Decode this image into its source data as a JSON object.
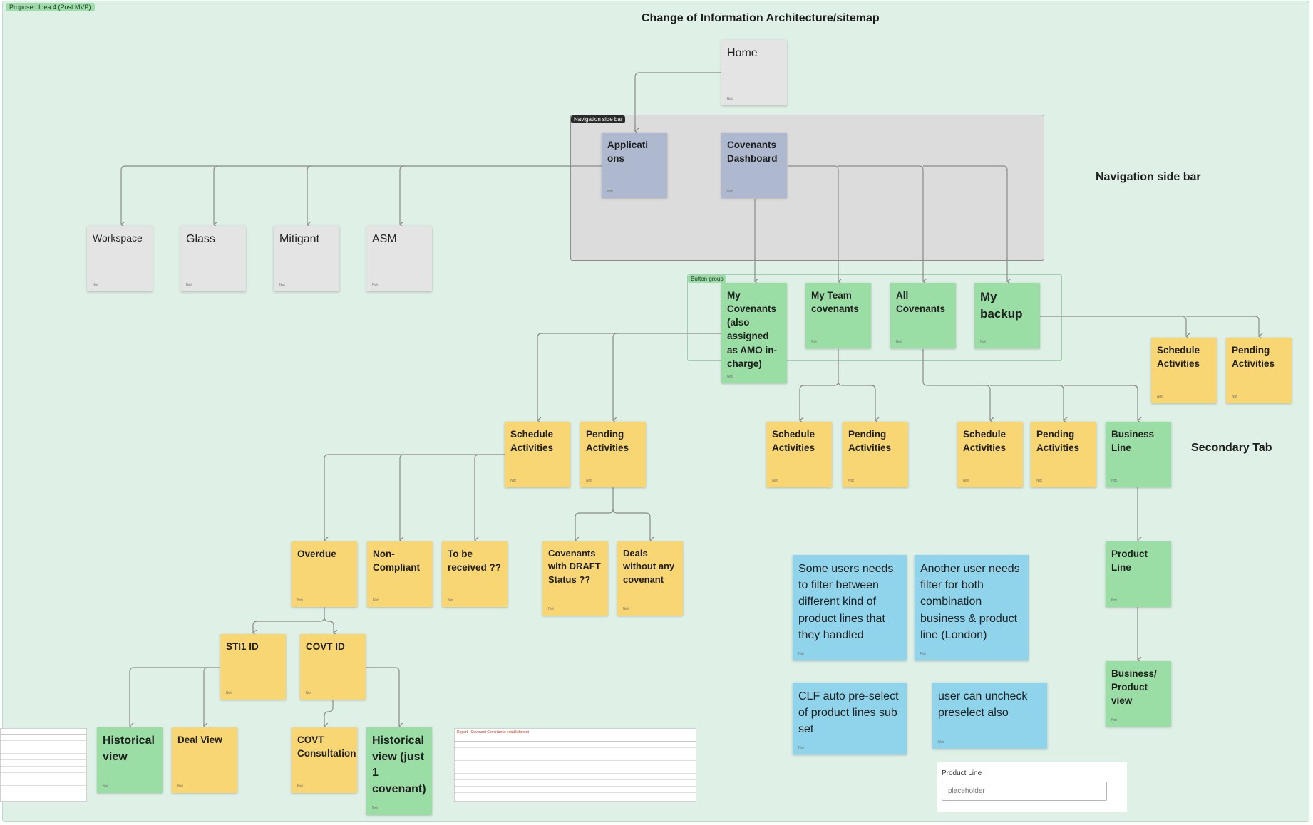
{
  "section_tag": "Proposed Idea 4 (Post MVP)",
  "title": "Change of Information Architecture/sitemap",
  "labels": {
    "nav_sidebar": "Navigation side bar",
    "secondary_tab": "Secondary Tab"
  },
  "frames": {
    "nav_tag": "Navigation side bar",
    "button_group_tag": "Button group"
  },
  "note_name": "Not",
  "notes": {
    "home": "Home",
    "applications": "Applicati ons",
    "covenants_dashboard": "Covenants Dashboard",
    "workspace": "Workspace",
    "glass": "Glass",
    "mitigant": "Mitigant",
    "asm": "ASM",
    "my_covenants": "My Covenants (also assigned as AMO in-charge)",
    "my_team_covenants": "My Team covenants",
    "all_covenants": "All Covenants",
    "my_backup": "My backup",
    "backup_schedule": "Schedule Activities",
    "backup_pending": "Pending Activities",
    "my_schedule": "Schedule Activities",
    "my_pending": "Pending Activities",
    "team_schedule": "Schedule Activities",
    "team_pending": "Pending Activities",
    "all_schedule": "Schedule Activities",
    "all_pending": "Pending Activities",
    "business_line": "Business Line",
    "overdue": "Overdue",
    "non_compliant": "Non-Compliant",
    "to_be_received": "To be received ??",
    "covenants_draft": "Covenants with DRAFT Status ??",
    "deals_without": "Deals without any covenant",
    "product_line": "Product Line",
    "sti1_id": "STI1 ID",
    "covt_id": "COVT ID",
    "business_product_view": "Business/ Product view",
    "historical_view": "Historical view",
    "deal_view": "Deal View",
    "covt_consultation": "COVT Consultation",
    "historical_view_one": "Historical view (just 1 covenant)",
    "comment_filter_kinds": "Some users needs to filter between different kind of product lines that they handled",
    "comment_filter_both": "Another user needs filter for both combination business & product line (London)",
    "comment_autoselect": "CLF auto pre-select of product lines sub set",
    "comment_uncheck": "user can uncheck preselect also"
  },
  "table_thumbnail": {
    "heading": "Report - Covenant Compliance establishment"
  },
  "product_line_input": {
    "label": "Product Line",
    "placeholder": "placeholder"
  },
  "colors": {
    "section_bg": "#dff0e6",
    "gray_note": "#e4e4e4",
    "nav_note": "#aeb9cf",
    "green_note": "#9bdea5",
    "yellow_note": "#f8d674",
    "blue_note": "#8fd4ea",
    "connector": "#8a8a8a"
  }
}
